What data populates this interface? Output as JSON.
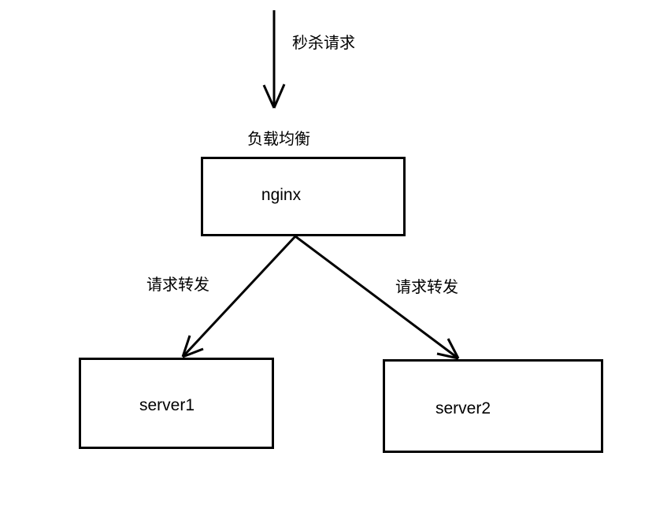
{
  "colors": {
    "background": "#ffffff",
    "stroke": "#000000",
    "text": "#000000"
  },
  "arrows": {
    "seckill": {
      "label": "秒杀请求"
    },
    "forward_left": {
      "label": "请求转发"
    },
    "forward_right": {
      "label": "请求转发"
    }
  },
  "nodes": {
    "nginx": {
      "label": "nginx",
      "caption": "负载均衡"
    },
    "server1": {
      "label": "server1"
    },
    "server2": {
      "label": "server2"
    }
  }
}
